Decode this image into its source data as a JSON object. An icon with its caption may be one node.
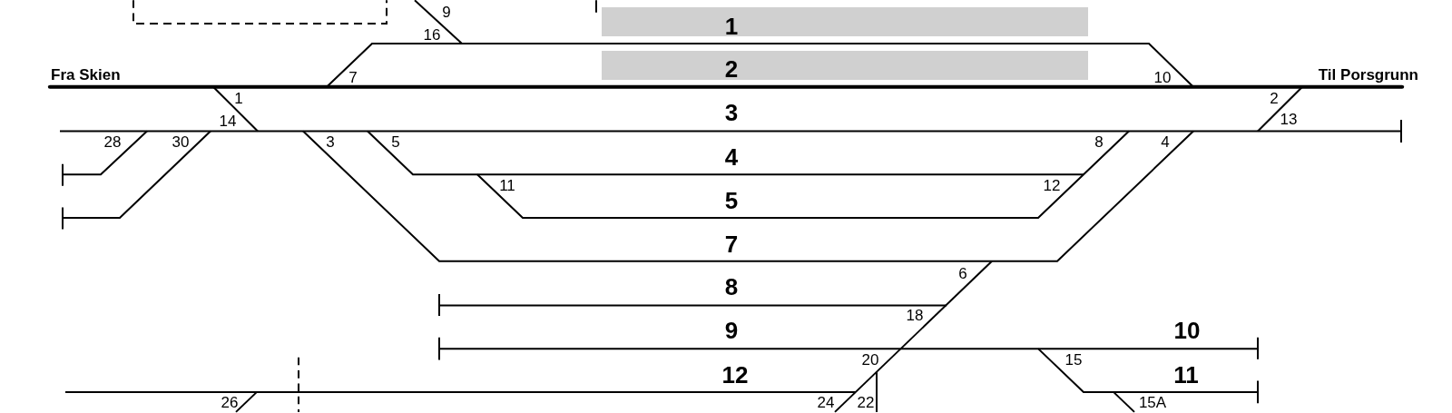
{
  "diagram": {
    "nodes": [
      {
        "text": [
          "1"
        ]
      },
      {
        "text": [
          "2"
        ]
      }
    ],
    "labels": [
      "9",
      "16",
      "Fra Skien",
      "7",
      "10",
      "Til Porsgrunn",
      "1",
      "2",
      "3",
      "14",
      "13",
      "28",
      "30",
      "3",
      "5",
      "8",
      "4",
      "4",
      "11",
      "12",
      "5",
      "7",
      "6",
      "8",
      "18",
      "9",
      "10",
      "20",
      "15",
      "12",
      "11",
      "26",
      "24",
      "22",
      "15A"
    ]
  }
}
